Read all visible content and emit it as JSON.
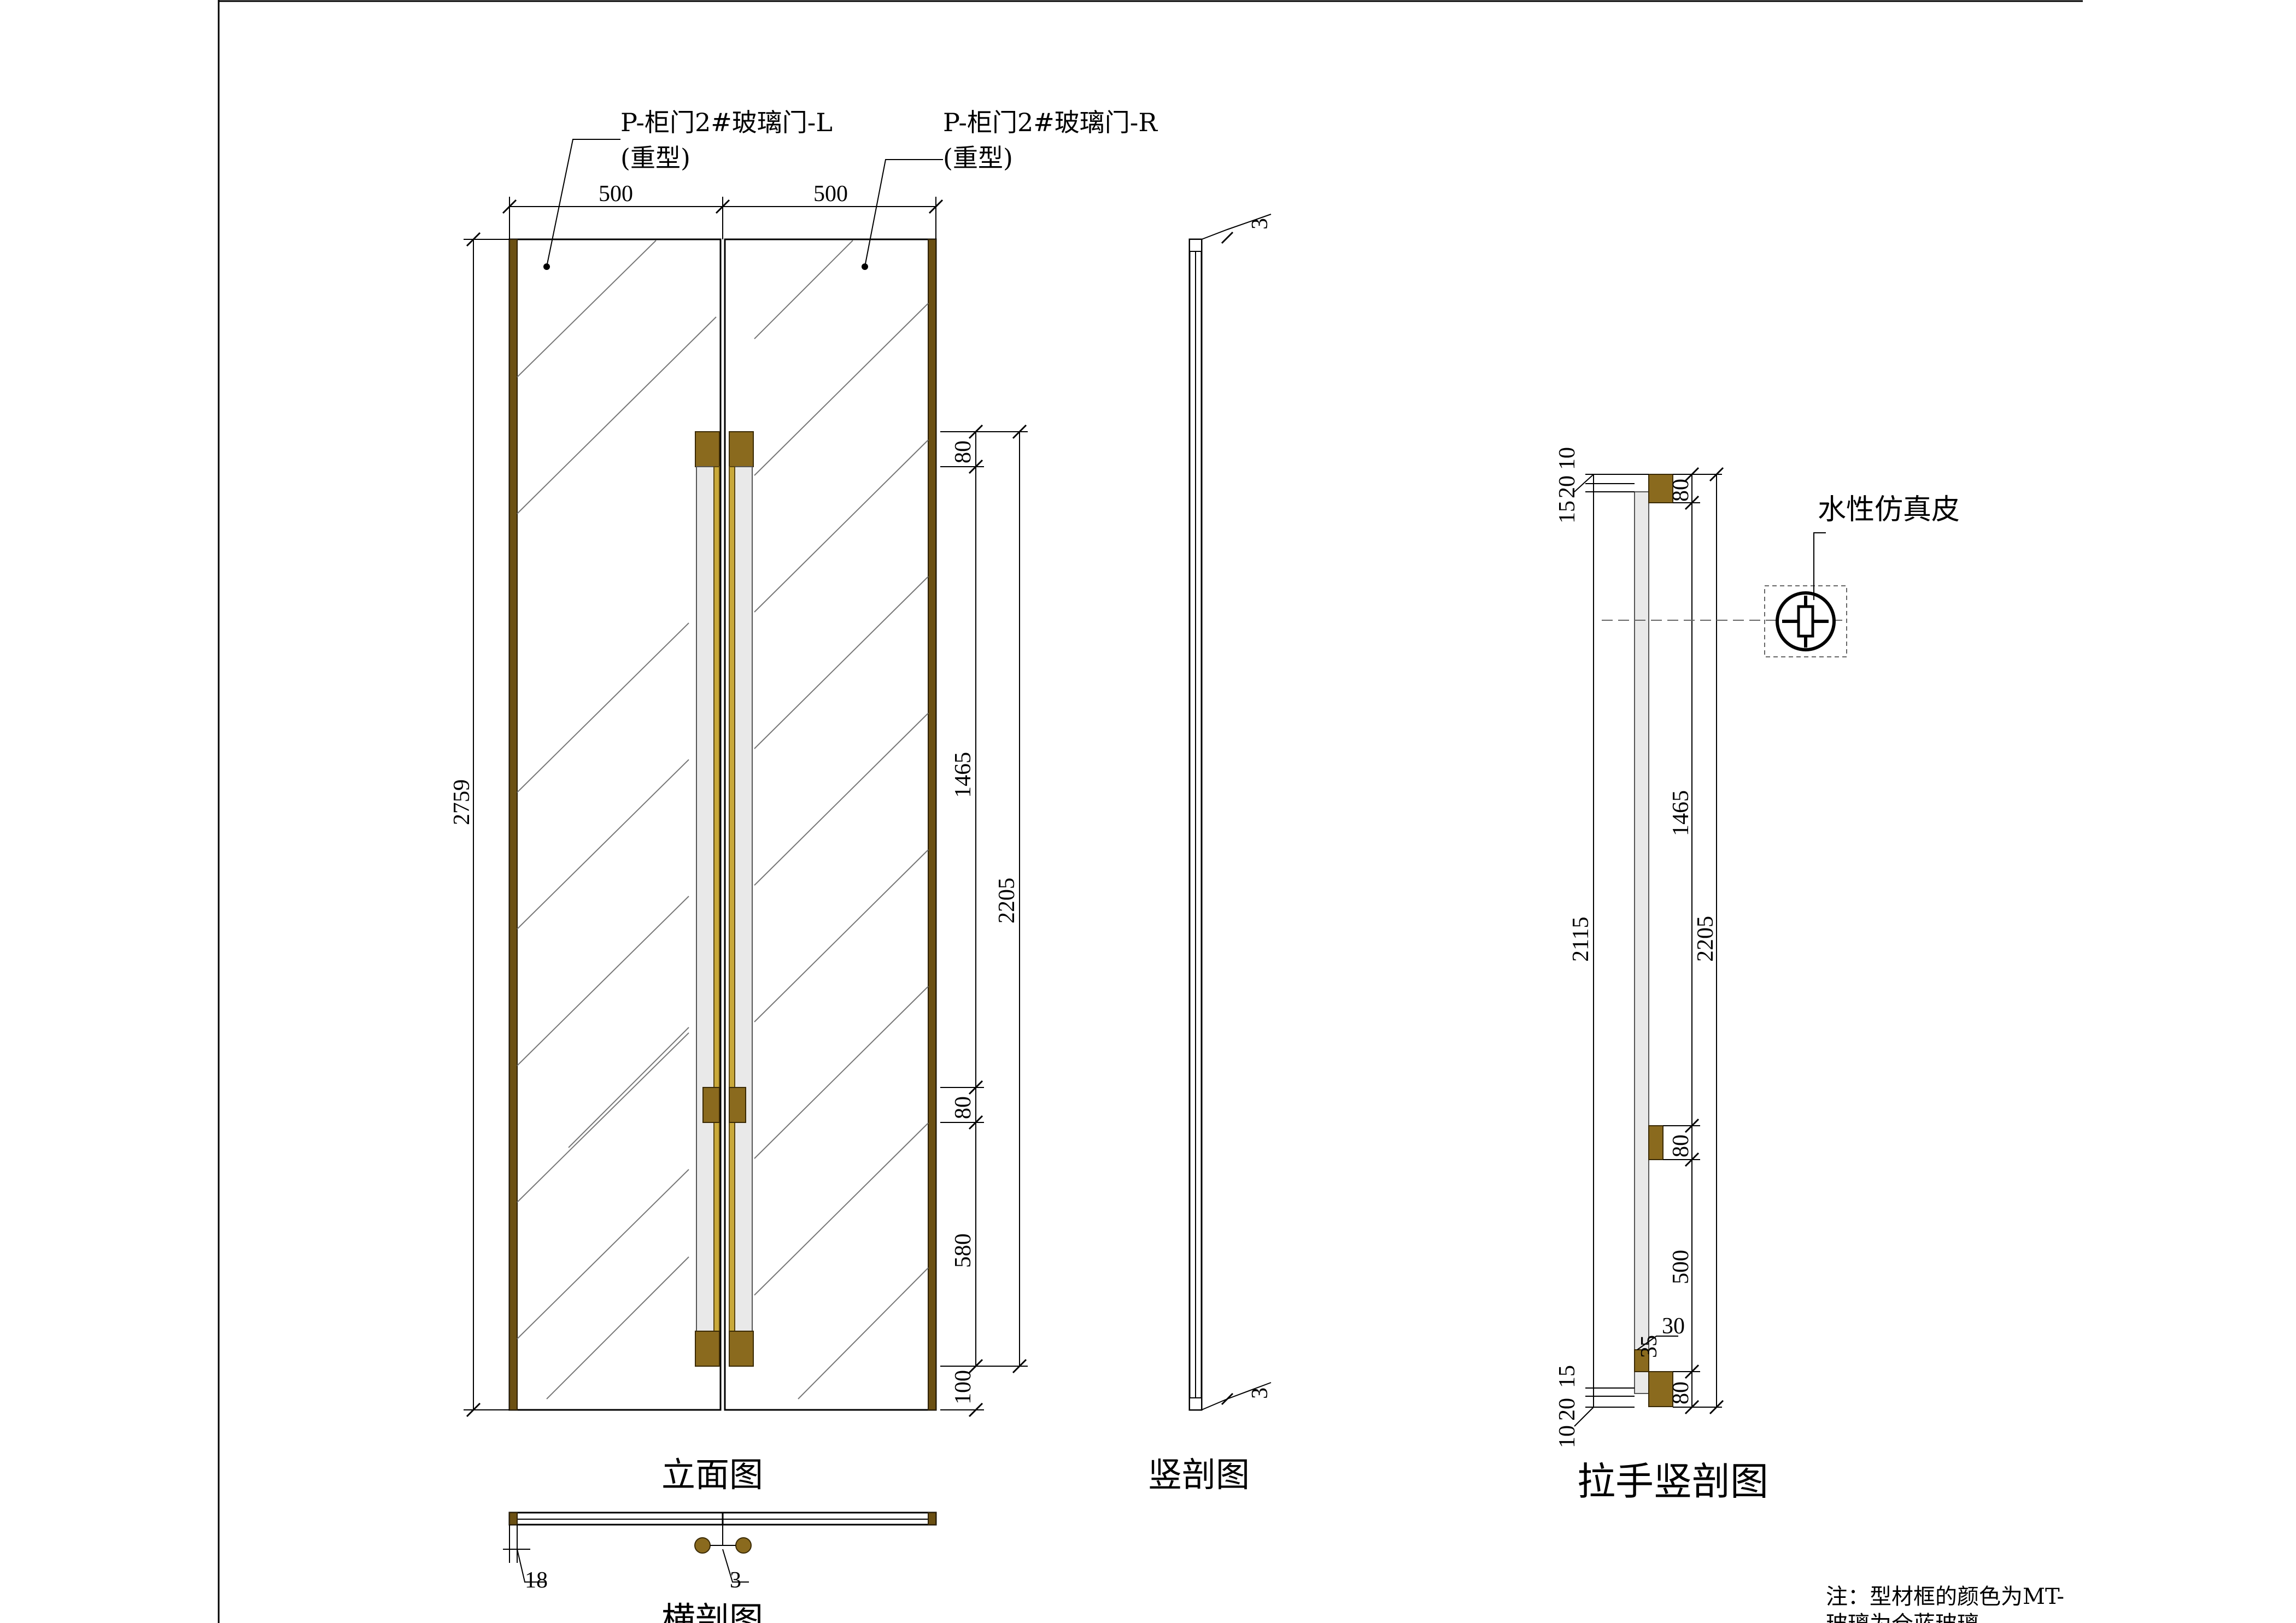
{
  "labels": {
    "door_left": "P-柜门2#玻璃门-L",
    "door_left_type": "(重型)",
    "door_right": "P-柜门2#玻璃门-R",
    "door_right_type": "(重型)",
    "material": "水性仿真皮"
  },
  "titles": {
    "elevation": "立面图",
    "section": "竖剖图",
    "handle_section": "拉手竖剖图",
    "cross_section": "横剖图"
  },
  "elevation_dims": {
    "width_left": "500",
    "width_right": "500",
    "height_total": "2759",
    "handle_top_cap": "80",
    "handle_length": "1465",
    "handle_mid_cap": "80",
    "handle_lower": "580",
    "handle_bottom": "100",
    "handle_span": "2205"
  },
  "section_dims": {
    "top_offset": "3",
    "bottom_offset": "3"
  },
  "handle_dims": {
    "top_a": "10",
    "top_b": "15",
    "top_c": "20",
    "cap_top": "80",
    "length": "1465",
    "span": "2205",
    "overall": "2115",
    "cap_mid": "80",
    "lower": "500",
    "inner": "30",
    "inner_b": "35",
    "cap_bottom": "80",
    "bottom_a": "15",
    "bottom_b": "10",
    "bottom_c": "20"
  },
  "cross_dims": {
    "thickness": "18",
    "gap": "3"
  },
  "note": {
    "line1": "注：型材框的颜色为MT-",
    "line2": "玻璃为仓蓝玻璃"
  }
}
